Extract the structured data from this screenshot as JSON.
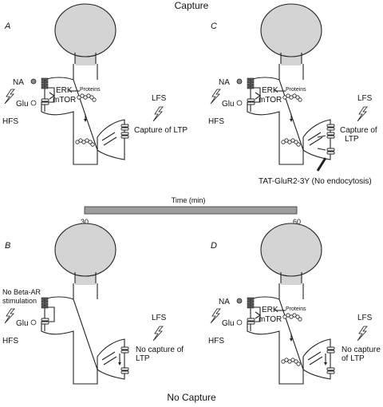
{
  "titles": {
    "top": "Capture",
    "bottom": "No Capture"
  },
  "timeline": {
    "label": "Time (min)",
    "start": "30",
    "end": "60"
  },
  "panels": {
    "A": {
      "letter": "A",
      "na": "NA",
      "glu": "Glu",
      "hfs": "HFS",
      "erk": "ERK",
      "mtor": "mTOR",
      "proteins": "Proteins",
      "lfs": "LFS",
      "result_line1": "Capture of LTP",
      "result_line2": ""
    },
    "B": {
      "letter": "B",
      "no_beta_line1": "No Beta-AR",
      "no_beta_line2": "stimulation",
      "glu": "Glu",
      "hfs": "HFS",
      "lfs": "LFS",
      "result_line1": "No capture of",
      "result_line2": "LTP"
    },
    "C": {
      "letter": "C",
      "na": "NA",
      "glu": "Glu",
      "hfs": "HFS",
      "erk": "ERK",
      "mtor": "mTOR",
      "proteins": "Proteins",
      "lfs": "LFS",
      "result_line1": "Capture of",
      "result_line2": "LTP",
      "peptide": "TAT-GluR2-3Y (No endocytosis)"
    },
    "D": {
      "letter": "D",
      "na": "NA",
      "glu": "Glu",
      "hfs": "HFS",
      "erk": "ERK",
      "mtor": "mTOR",
      "proteins": "Proteins",
      "lfs": "LFS",
      "result_line1": "No capture",
      "result_line2": "of LTP"
    }
  },
  "colors": {
    "soma": "#d4d4d4",
    "timeline_bar": "#9e9e9e",
    "line": "#222222"
  }
}
